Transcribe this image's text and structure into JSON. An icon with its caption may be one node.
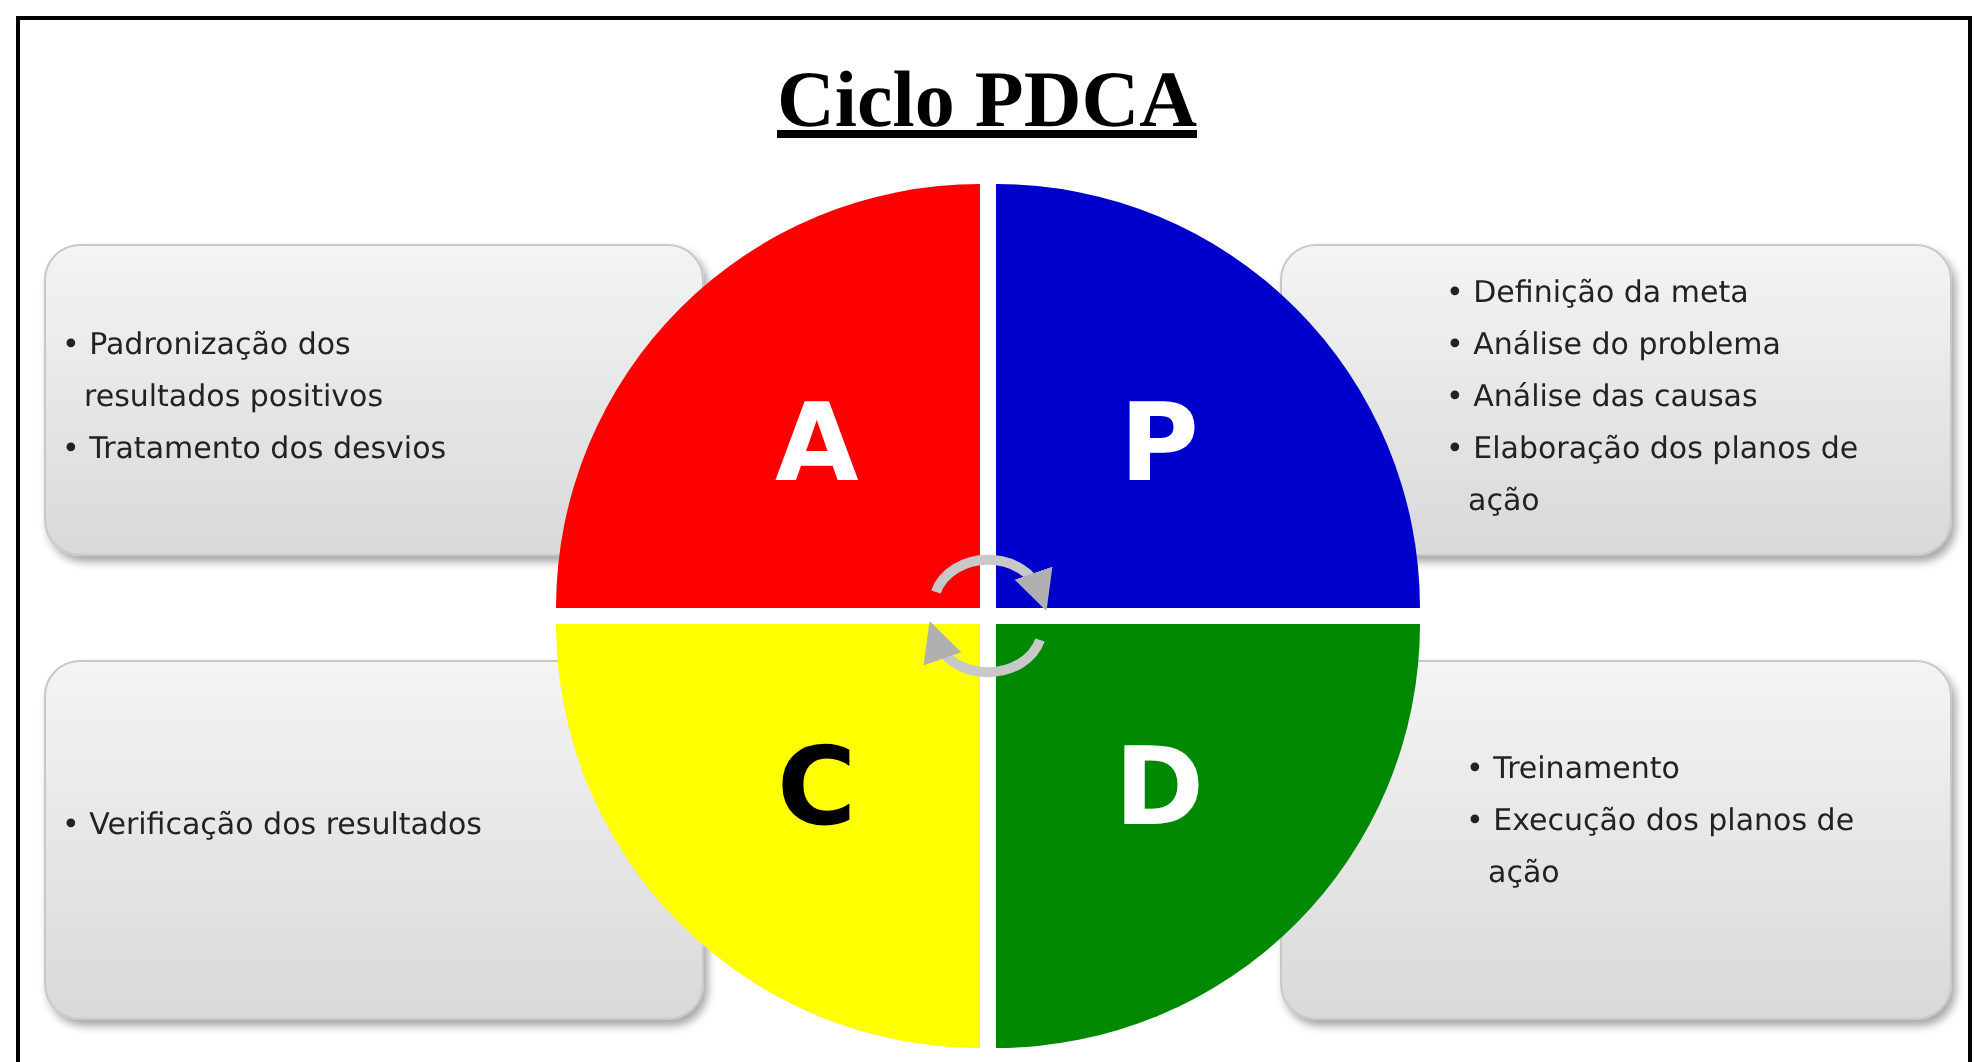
{
  "diagram": {
    "title": "Ciclo PDCA",
    "nodes": [
      {
        "text": [
          "• Padronização dos resultados positivos",
          "• Tratamento dos desvios"
        ]
      },
      {
        "text": [
          "A"
        ]
      },
      {
        "text": [
          "P"
        ]
      },
      {
        "text": [
          "• Definição da meta",
          "• Análise do problema",
          "• Análise das causas",
          "• Elaboração dos planos de ação"
        ]
      },
      {
        "text": [
          "• Verificação dos resultados"
        ]
      },
      {
        "text": [
          "C"
        ]
      },
      {
        "text": [
          "D"
        ]
      },
      {
        "text": [
          "• Treinamento",
          "• Execução dos planos de ação"
        ]
      }
    ],
    "edges": [
      {
        "from": 1,
        "to": 2,
        "arrow": "to"
      },
      {
        "from": 6,
        "to": 5,
        "arrow": "to"
      }
    ]
  }
}
